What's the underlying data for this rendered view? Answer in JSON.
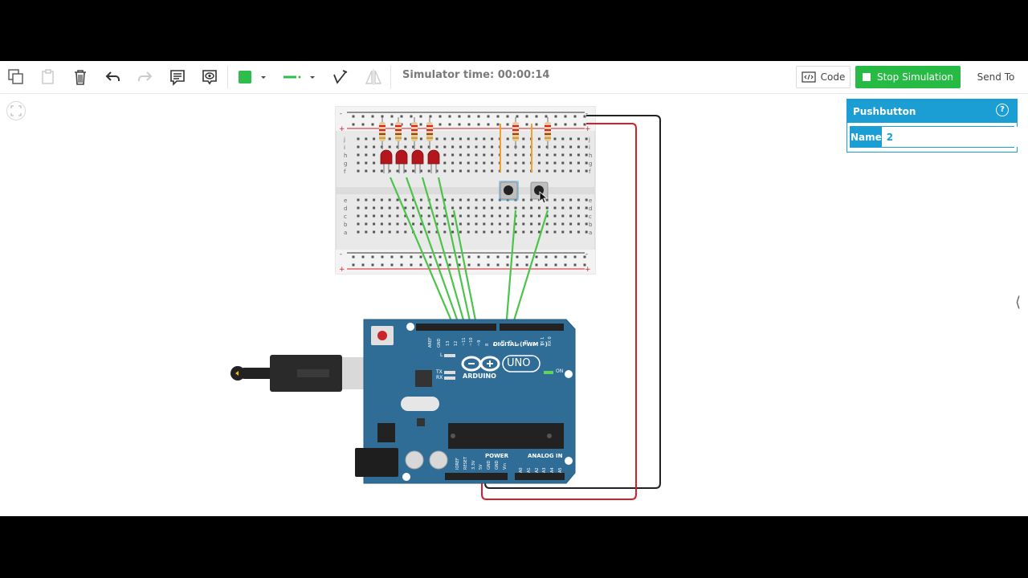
{
  "toolbar": {
    "simulator_time": "Simulator time: 00:00:14",
    "code_label": "Code",
    "stop_label": "Stop Simulation",
    "send_label": "Send To",
    "fill_color": "#2ebd4c",
    "line_color": "#2ebd4c"
  },
  "inspector": {
    "title": "Pushbutton",
    "name_label": "Name",
    "name_value": "2"
  },
  "board": {
    "digital_label": "DIGITAL (PWM ~)",
    "brand_label": "ARDUINO",
    "model_label": "UNO",
    "power_label": "POWER",
    "analog_label": "ANALOG IN",
    "on_label": "ON",
    "led_l_label": "L",
    "tx_label": "TX",
    "rx_label": "RX",
    "aref_label": "AREF",
    "gnd_label": "GND",
    "pin_labels": [
      "13",
      "12",
      "~11",
      "~10",
      "~9",
      "8",
      "7",
      "~6",
      "~5",
      "4",
      "~3",
      "2",
      "TX 1",
      "RX 0"
    ],
    "power_pins": [
      "IOREF",
      "RESET",
      "3.3V",
      "5V",
      "GND",
      "GND",
      "Vin"
    ],
    "analog_pins": [
      "A0",
      "A1",
      "A2",
      "A3",
      "A4",
      "A5"
    ]
  },
  "breadboard": {
    "row_letters_top": [
      "j",
      "i",
      "h",
      "g",
      "f"
    ],
    "row_letters_bottom": [
      "e",
      "d",
      "c",
      "b",
      "a"
    ],
    "columns": 30
  },
  "colors": {
    "accent": "#1b9ed3",
    "stop": "#27bb46",
    "wire_green": "#4cc34a",
    "wire_red": "#d3202a",
    "wire_black": "#222222",
    "board_blue": "#2f6d97"
  }
}
